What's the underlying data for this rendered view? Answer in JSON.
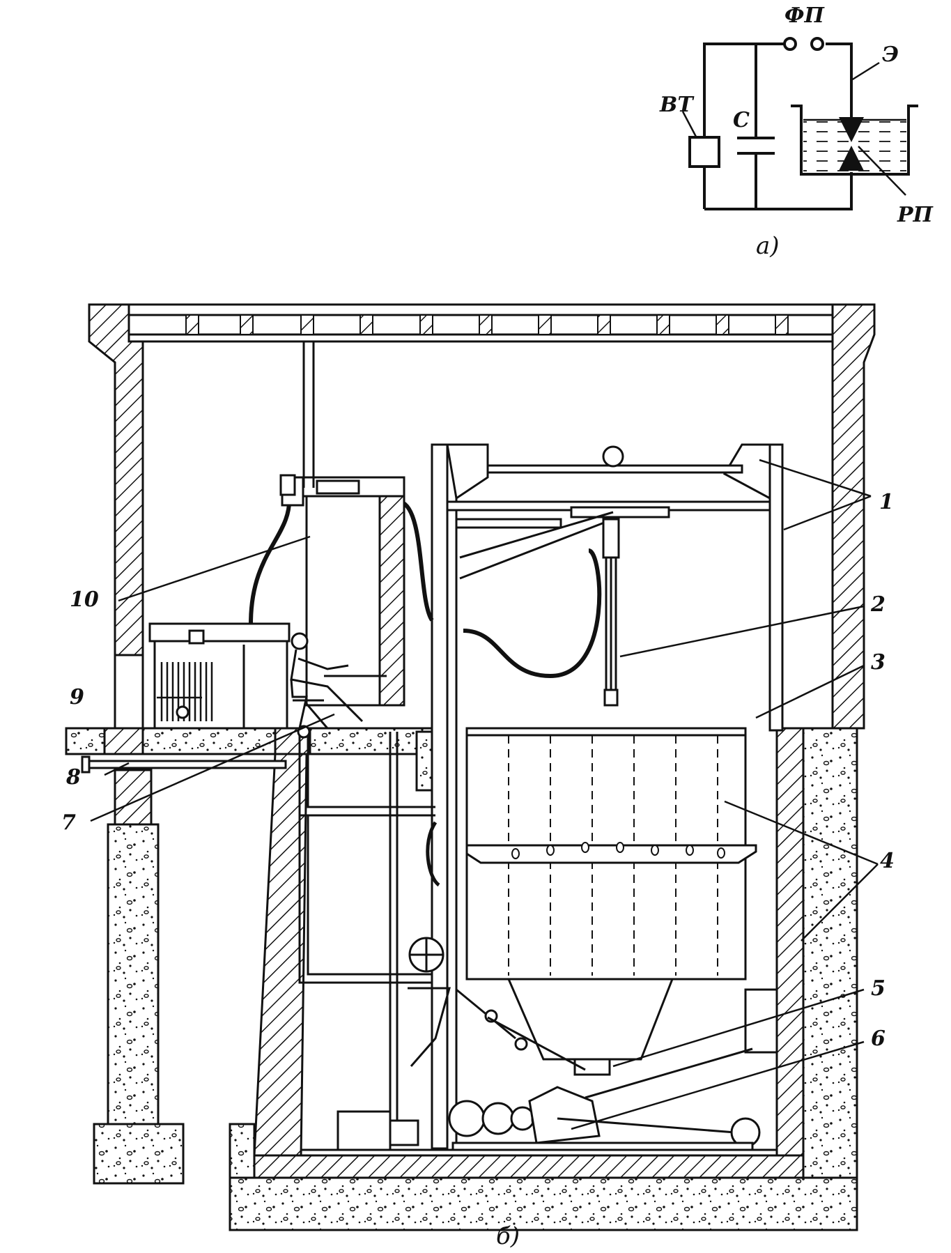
{
  "circuit": {
    "label_fp": "ФП",
    "label_e": "Э",
    "label_vt": "ВТ",
    "label_c": "С",
    "label_rp": "РП",
    "caption": "а)"
  },
  "section": {
    "caption": "б)",
    "callouts": [
      "1",
      "2",
      "3",
      "4",
      "5",
      "6",
      "7",
      "8",
      "9",
      "10"
    ]
  },
  "colors": {
    "ink": "#111111",
    "paper": "#ffffff"
  }
}
